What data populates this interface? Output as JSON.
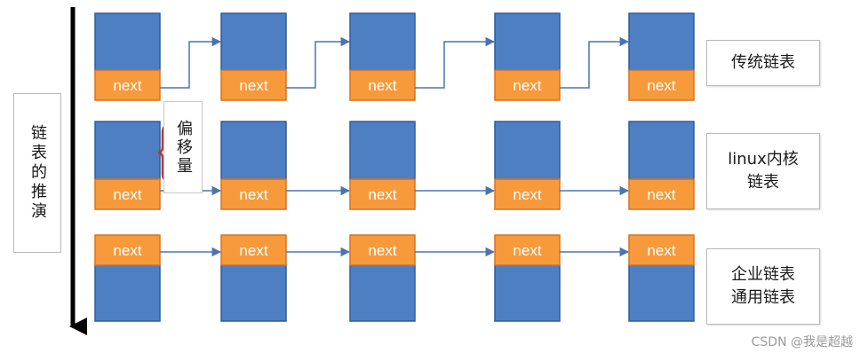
{
  "side_label": "链表的推演",
  "offset_label": "偏移量",
  "node_field_label": "next",
  "rows": [
    {
      "label": "传统链表",
      "next_position": "bottom"
    },
    {
      "label": "linux内核\n链表",
      "next_position": "bottom"
    },
    {
      "label": "企业链表\n通用链表",
      "next_position": "top"
    }
  ],
  "nodes_per_row": 5,
  "colors": {
    "node_fill": "#4f7fc3",
    "node_stroke": "#2f5c99",
    "next_fill": "#f79a3b",
    "next_stroke": "#d7731e",
    "arrow": "#4a73b0",
    "brace": "#b23a3a",
    "timeline": "#000000"
  },
  "watermark": "CSDN @我是超越"
}
